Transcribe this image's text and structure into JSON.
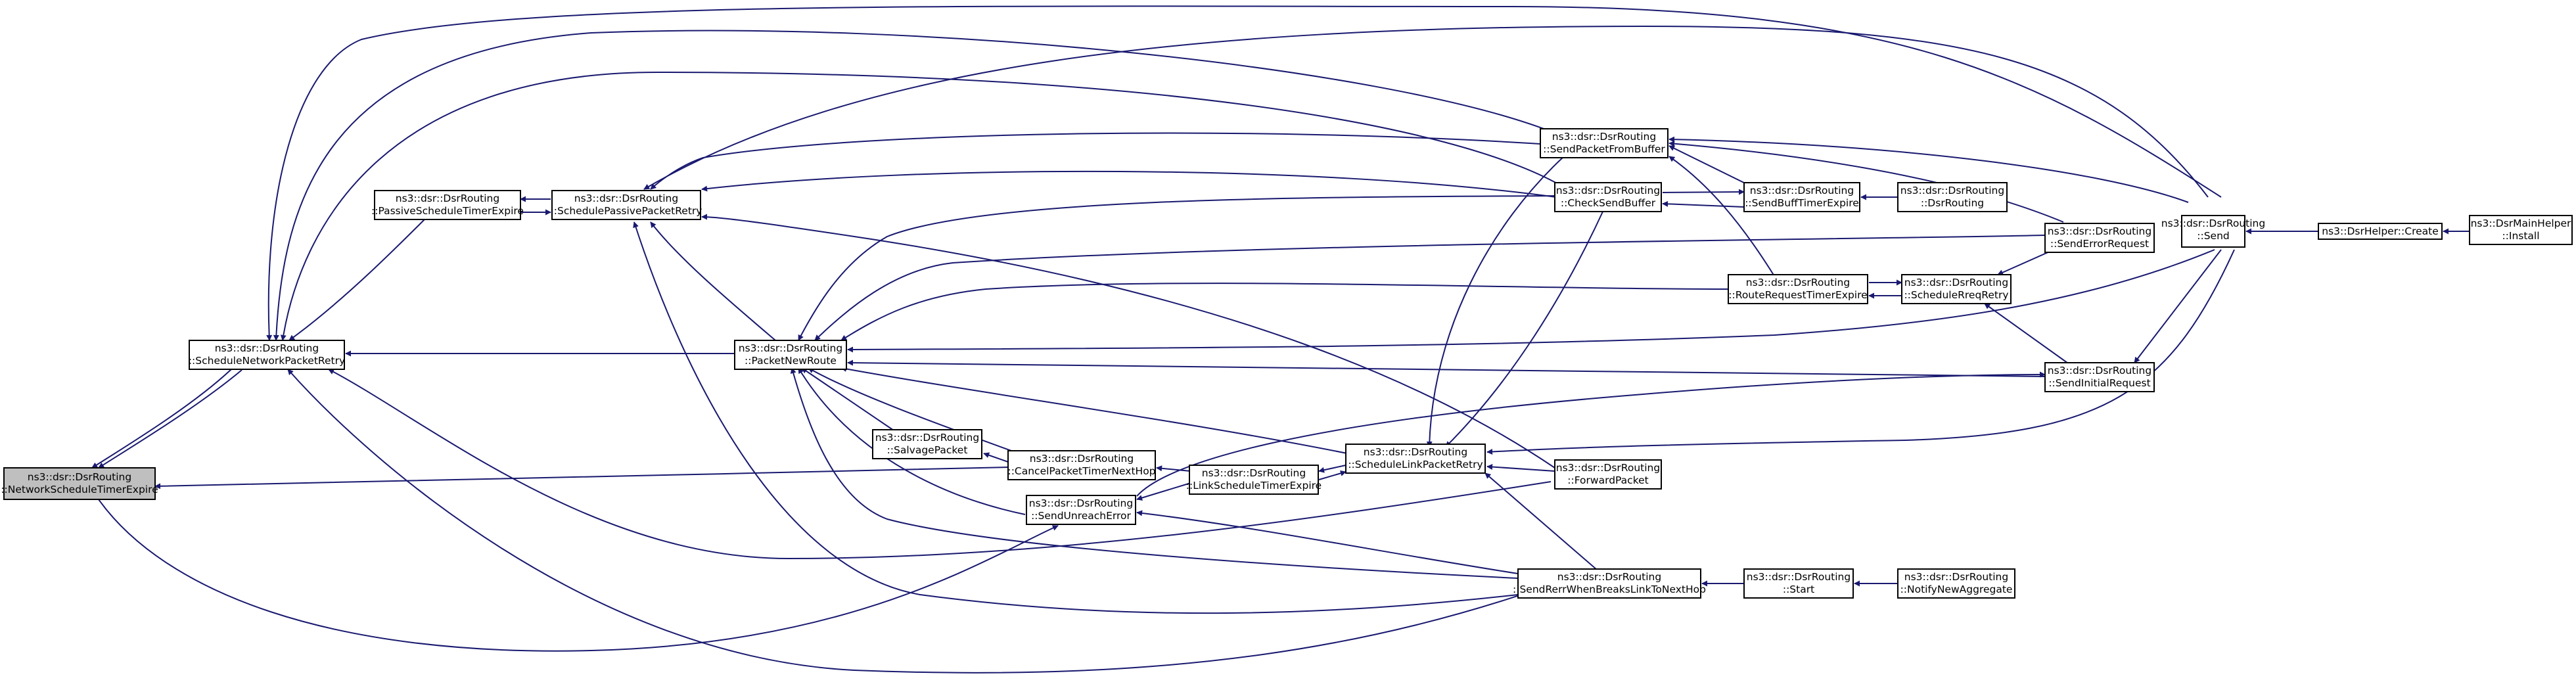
{
  "graph": {
    "nodes": [
      {
        "id": "root",
        "line1": "ns3::dsr::DsrRouting",
        "line2": "::NetworkScheduleTimerExpire",
        "root": true
      },
      {
        "id": "snpr",
        "line1": "ns3::dsr::DsrRouting",
        "line2": "::ScheduleNetworkPacketRetry"
      },
      {
        "id": "pste",
        "line1": "ns3::dsr::DsrRouting",
        "line2": "::PassiveScheduleTimerExpire"
      },
      {
        "id": "sppr",
        "line1": "ns3::dsr::DsrRouting",
        "line2": "::SchedulePassivePacketRetry"
      },
      {
        "id": "pnr",
        "line1": "ns3::dsr::DsrRouting",
        "line2": "::PacketNewRoute"
      },
      {
        "id": "salv",
        "line1": "ns3::dsr::DsrRouting",
        "line2": "::SalvagePacket"
      },
      {
        "id": "cptnh",
        "line1": "ns3::dsr::DsrRouting",
        "line2": "::CancelPacketTimerNextHop"
      },
      {
        "id": "sue",
        "line1": "ns3::dsr::DsrRouting",
        "line2": "::SendUnreachError"
      },
      {
        "id": "lste",
        "line1": "ns3::dsr::DsrRouting",
        "line2": "::LinkScheduleTimerExpire"
      },
      {
        "id": "slpr",
        "line1": "ns3::dsr::DsrRouting",
        "line2": "::ScheduleLinkPacketRetry"
      },
      {
        "id": "spfb",
        "line1": "ns3::dsr::DsrRouting",
        "line2": "::SendPacketFromBuffer"
      },
      {
        "id": "csb",
        "line1": "ns3::dsr::DsrRouting",
        "line2": "::CheckSendBuffer"
      },
      {
        "id": "fp",
        "line1": "ns3::dsr::DsrRouting",
        "line2": "::ForwardPacket"
      },
      {
        "id": "snwb",
        "line1": "ns3::dsr::DsrRouting",
        "line2": "::SendRerrWhenBreaksLinkToNextHop"
      },
      {
        "id": "sbte",
        "line1": "ns3::dsr::DsrRouting",
        "line2": "::SendBuffTimerExpire"
      },
      {
        "id": "ctor",
        "line1": "ns3::dsr::DsrRouting",
        "line2": "::DsrRouting"
      },
      {
        "id": "rrte",
        "line1": "ns3::dsr::DsrRouting",
        "line2": "::RouteRequestTimerExpire"
      },
      {
        "id": "srr",
        "line1": "ns3::dsr::DsrRouting",
        "line2": "::ScheduleRreqRetry"
      },
      {
        "id": "ser",
        "line1": "ns3::dsr::DsrRouting",
        "line2": "::SendErrorRequest"
      },
      {
        "id": "sir",
        "line1": "ns3::dsr::DsrRouting",
        "line2": "::SendInitialRequest"
      },
      {
        "id": "start",
        "line1": "ns3::dsr::DsrRouting",
        "line2": "::Start"
      },
      {
        "id": "nna",
        "line1": "ns3::dsr::DsrRouting",
        "line2": "::NotifyNewAggregate"
      },
      {
        "id": "send",
        "line1": "ns3::dsr::DsrRouting",
        "line2": "::Send"
      },
      {
        "id": "create",
        "line1": "ns3::DsrHelper::Create",
        "line2": ""
      },
      {
        "id": "install",
        "line1": "ns3::DsrMainHelper",
        "line2": "::Install"
      }
    ]
  }
}
